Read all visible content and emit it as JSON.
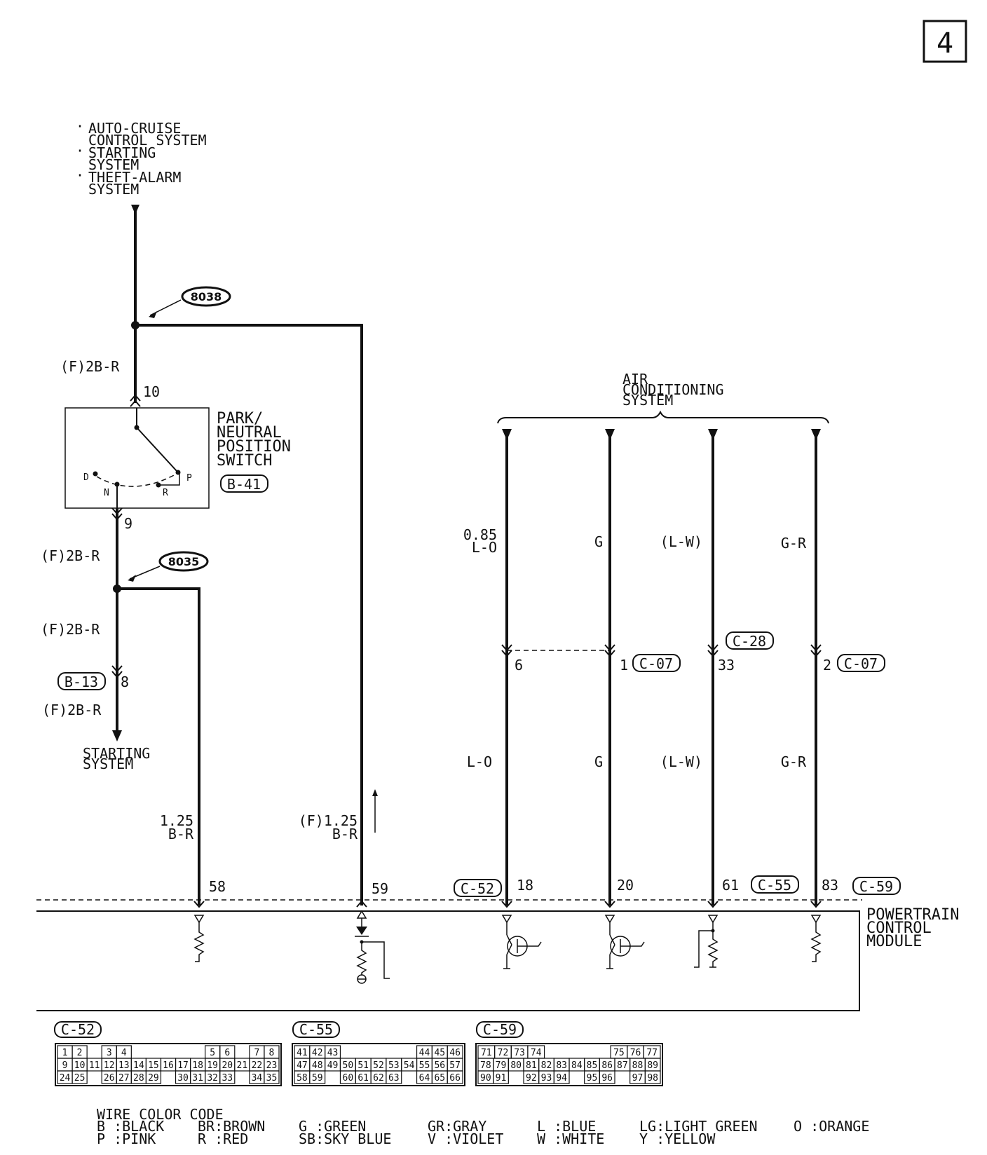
{
  "page_number": "4",
  "top_source_systems": [
    "AUTO-CRUISE",
    "CONTROL SYSTEM",
    "STARTING",
    "SYSTEM",
    "THEFT-ALARM",
    "SYSTEM"
  ],
  "splices": {
    "upper": "8038",
    "lower": "8035"
  },
  "switch": {
    "name_lines": [
      "PARK/",
      "NEUTRAL",
      "POSITION",
      "SWITCH"
    ],
    "connector": "B-41",
    "positions": {
      "d": "D",
      "n": "N",
      "r": "R",
      "p": "P"
    },
    "pin_in": "10",
    "pin_out": "9"
  },
  "wires_left": {
    "top_wire": "(F)2B-R",
    "below_switch": "(F)2B-R",
    "below_splice": "(F)2B-R",
    "connector": "B-13",
    "connector_pin": "8",
    "to_starting": "(F)2B-R",
    "starting_lines": [
      "STARTING",
      "SYSTEM"
    ],
    "pcm_feed_58": [
      "1.25",
      "B-R"
    ],
    "pcm_feed_59": [
      "(F)1.25",
      "B-R"
    ]
  },
  "ac": {
    "title_lines": [
      "AIR",
      "CONDITIONING",
      "SYSTEM"
    ],
    "upper_labels": [
      [
        "0.85",
        "L-O"
      ],
      [
        "G"
      ],
      [
        "(L-W)"
      ],
      [
        "G-R"
      ]
    ],
    "mid_pins": [
      "6",
      "1",
      "33",
      "2"
    ],
    "mid_connectors": [
      "C-07",
      "C-28",
      "C-07"
    ],
    "lower_labels": [
      "L-O",
      "G",
      "(L-W)",
      "G-R"
    ]
  },
  "pcm": {
    "name_lines": [
      "POWERTRAIN",
      "CONTROL",
      "MODULE"
    ],
    "pins": [
      "58",
      "59",
      "18",
      "20",
      "61",
      "83"
    ],
    "connectors": [
      "C-52",
      "C-55",
      "C-59"
    ]
  },
  "connector_tables": [
    {
      "id": "C-52",
      "rows": [
        [
          "1",
          "2",
          "",
          "3",
          "4",
          "",
          "",
          "",
          "",
          "",
          "5",
          "6",
          "",
          "7",
          "8"
        ],
        [
          "9",
          "10",
          "11",
          "12",
          "13",
          "14",
          "15",
          "16",
          "17",
          "18",
          "19",
          "20",
          "21",
          "22",
          "23"
        ],
        [
          "24",
          "25",
          "",
          "26",
          "27",
          "28",
          "29",
          "",
          "30",
          "31",
          "32",
          "33",
          "",
          "34",
          "35"
        ]
      ]
    },
    {
      "id": "C-55",
      "rows": [
        [
          "41",
          "42",
          "43",
          "",
          "",
          "",
          "",
          "",
          "44",
          "45",
          "46"
        ],
        [
          "47",
          "48",
          "49",
          "50",
          "51",
          "52",
          "53",
          "54",
          "55",
          "56",
          "57"
        ],
        [
          "58",
          "59",
          "",
          "60",
          "61",
          "62",
          "63",
          "",
          "64",
          "65",
          "66"
        ]
      ]
    },
    {
      "id": "C-59",
      "rows": [
        [
          "71",
          "72",
          "73",
          "74",
          "",
          "",
          "",
          "",
          "75",
          "76",
          "77"
        ],
        [
          "78",
          "79",
          "80",
          "81",
          "82",
          "83",
          "84",
          "85",
          "86",
          "87",
          "88",
          "89"
        ],
        [
          "90",
          "91",
          "",
          "92",
          "93",
          "94",
          "",
          "95",
          "96",
          "",
          "97",
          "98"
        ]
      ]
    }
  ],
  "wire_color_code": {
    "title": "WIRE COLOR CODE",
    "row1": [
      "B :BLACK",
      "BR:BROWN",
      "G :GREEN",
      "GR:GRAY",
      "L :BLUE",
      "LG:LIGHT GREEN",
      "O :ORANGE"
    ],
    "row2": [
      "P :PINK",
      "R :RED",
      "SB:SKY BLUE",
      "V :VIOLET",
      "W :WHITE",
      "Y :YELLOW"
    ]
  }
}
